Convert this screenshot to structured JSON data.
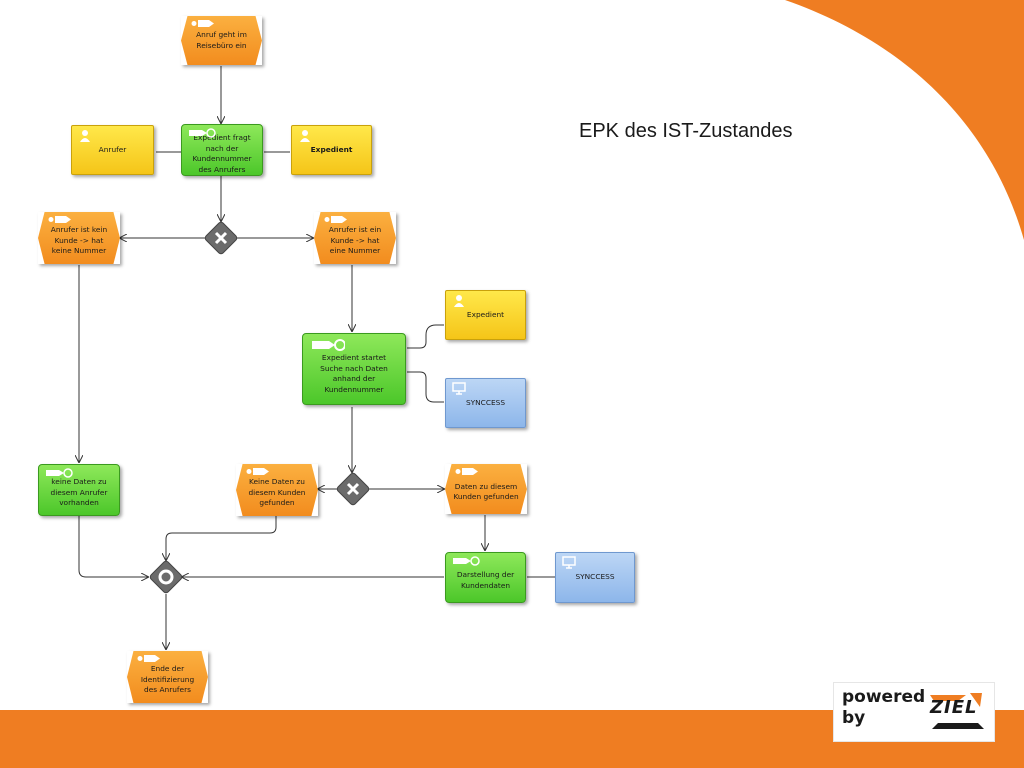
{
  "slide": {
    "title": "EPK des IST-Zustandes"
  },
  "colors": {
    "orange_accent": "#ef7d22",
    "event": "#f7a22e",
    "function": "#5dd135",
    "organization": "#f9d423",
    "system": "#9fc3ef"
  },
  "nodes": {
    "start_event": "Anruf geht im Reisebüro ein",
    "func_ask": "Expedient fragt nach der Kundennummer des Anrufers",
    "org_anrufer": "Anrufer",
    "org_expedient_1": "Expedient",
    "event_no_customer": "Anrufer ist kein Kunde -> hat keine Nummer",
    "event_customer": "Anrufer ist ein Kunde -> hat eine Nummer",
    "func_search": "Expedient startet Suche nach Daten anhand der Kundennummer",
    "org_expedient_2": "Expedient",
    "sys_syncess_1": "SYNCCESS",
    "func_no_data": "keine Daten zu diesem Anrufer vorhanden",
    "event_no_data": "Keine Daten zu diesem Kunden gefunden",
    "event_data_found": "Daten zu diesem Kunden gefunden",
    "func_display": "Darstellung der Kundendaten",
    "sys_syncess_2": "SYNCCESS",
    "end_event": "Ende der Identifizierung des Anrufers"
  },
  "logo": {
    "line1": "powered",
    "line2": "by",
    "brand": "ZIEL"
  }
}
